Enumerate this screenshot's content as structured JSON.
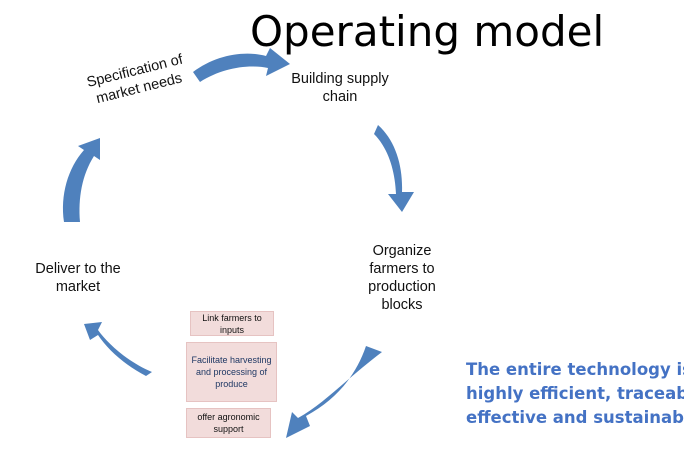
{
  "title": "Operating model",
  "steps": {
    "specification": "Specification of market needs",
    "building": "Building supply chain",
    "organize": "Organize farmers to production blocks",
    "deliver": "Deliver to the market"
  },
  "sub_activities": {
    "link": "Link farmers to inputs",
    "harvest": "Facilitate harvesting and processing of produce",
    "agronomic": "offer agronomic support"
  },
  "tagline": {
    "line1": "The entire technology is",
    "line2": "highly efficient, traceable,",
    "line3": "effective and sustainable"
  },
  "colors": {
    "arrow": "#4f81bd",
    "tagline": "#4472c4",
    "box_fill": "#f2dcdb"
  }
}
